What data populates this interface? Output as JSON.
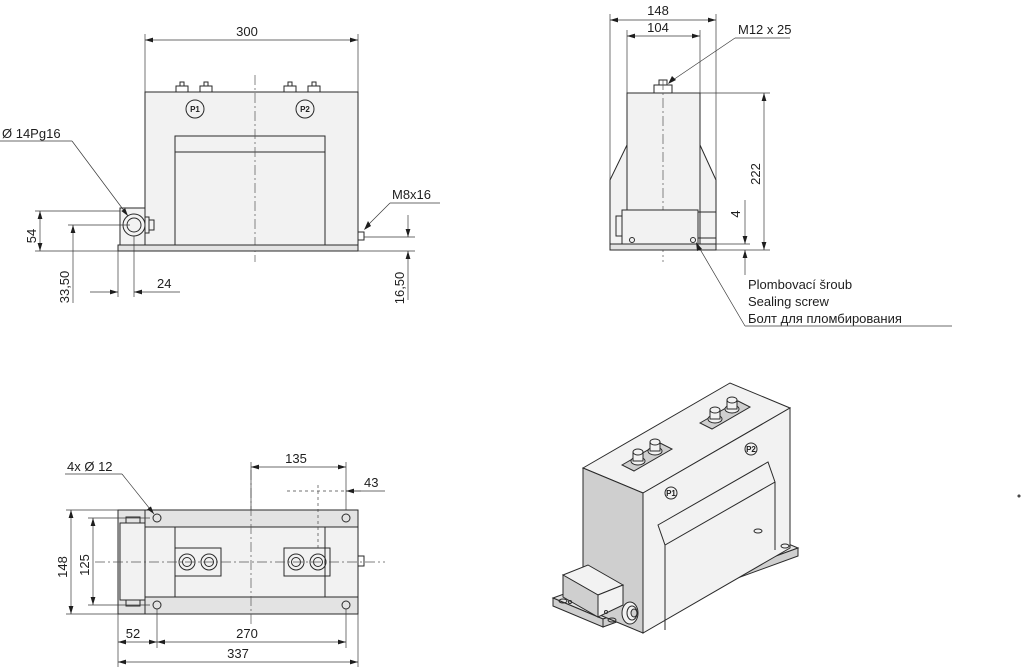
{
  "front_view": {
    "width_dim": "300",
    "gland_label": "Ø  14Pg16",
    "screw_label": "M8x16",
    "height_dim_54": "54",
    "height_dim_33_50": "33,50",
    "width_dim_24": "24",
    "height_dim_16_50": "16,50",
    "terminal_p1": "P1",
    "terminal_p2": "P2"
  },
  "side_view": {
    "width_dim_148": "148",
    "width_dim_104": "104",
    "bolt_label": "M12 x 25",
    "height_dim_222": "222",
    "height_dim_4": "4",
    "sealing_screw_cz": "Plombovací šroub",
    "sealing_screw_en": "Sealing screw",
    "sealing_screw_ru": "Болт для пломбирования"
  },
  "top_view": {
    "holes_label": "4x Ø  12",
    "dim_135": "135",
    "dim_43": "43",
    "dim_148": "148",
    "dim_125": "125",
    "dim_52": "52",
    "dim_270": "270",
    "dim_337": "337"
  },
  "iso_view": {
    "terminal_p1": "P1",
    "terminal_p2": "P2"
  }
}
